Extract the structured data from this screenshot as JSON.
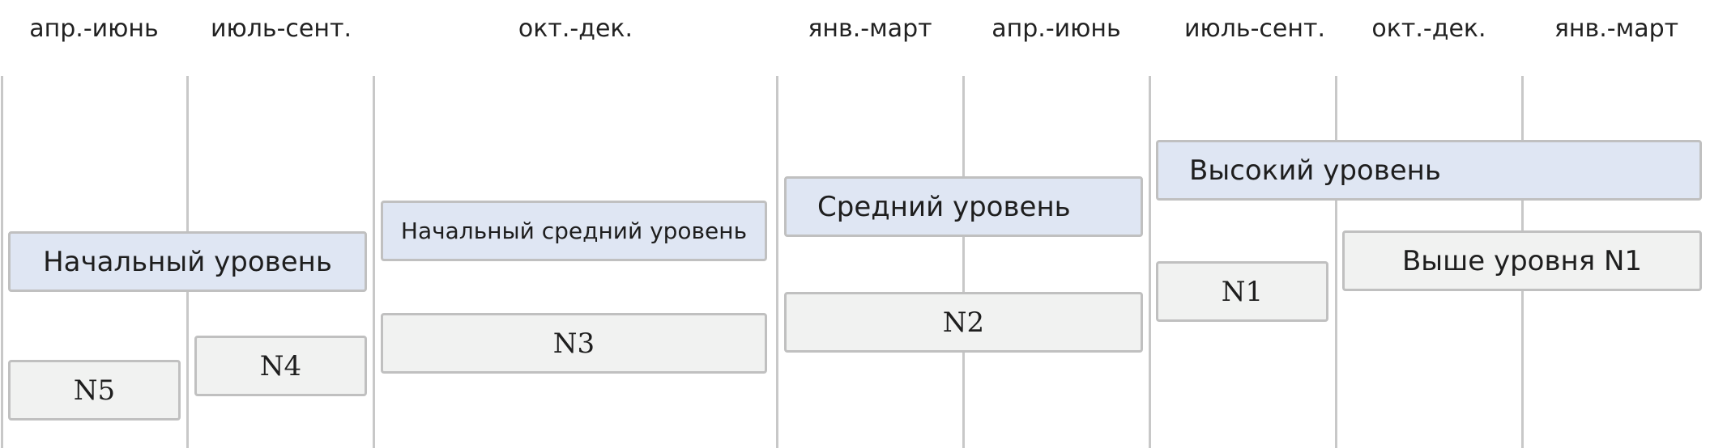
{
  "timeline": {
    "periods": [
      "апр.-июнь",
      "июль-сент.",
      "окт.-дек.",
      "янв.-март",
      "апр.-июнь",
      "июль-сент.",
      "окт.-дек.",
      "янв.-март"
    ]
  },
  "levels": {
    "beginner": "Начальный уровень",
    "pre_intermediate": "Начальный средний уровень",
    "intermediate": "Средний уровень",
    "advanced": "Высокий уровень"
  },
  "jlpt": {
    "n5": "N5",
    "n4": "N4",
    "n3": "N3",
    "n2": "N2",
    "n1": "N1",
    "above_n1": "Выше уровня N1"
  },
  "colors": {
    "level_box": "#dfe6f3",
    "jlpt_box": "#f1f2f1",
    "border": "#c0c0c0",
    "grid": "#c8c8c8"
  }
}
